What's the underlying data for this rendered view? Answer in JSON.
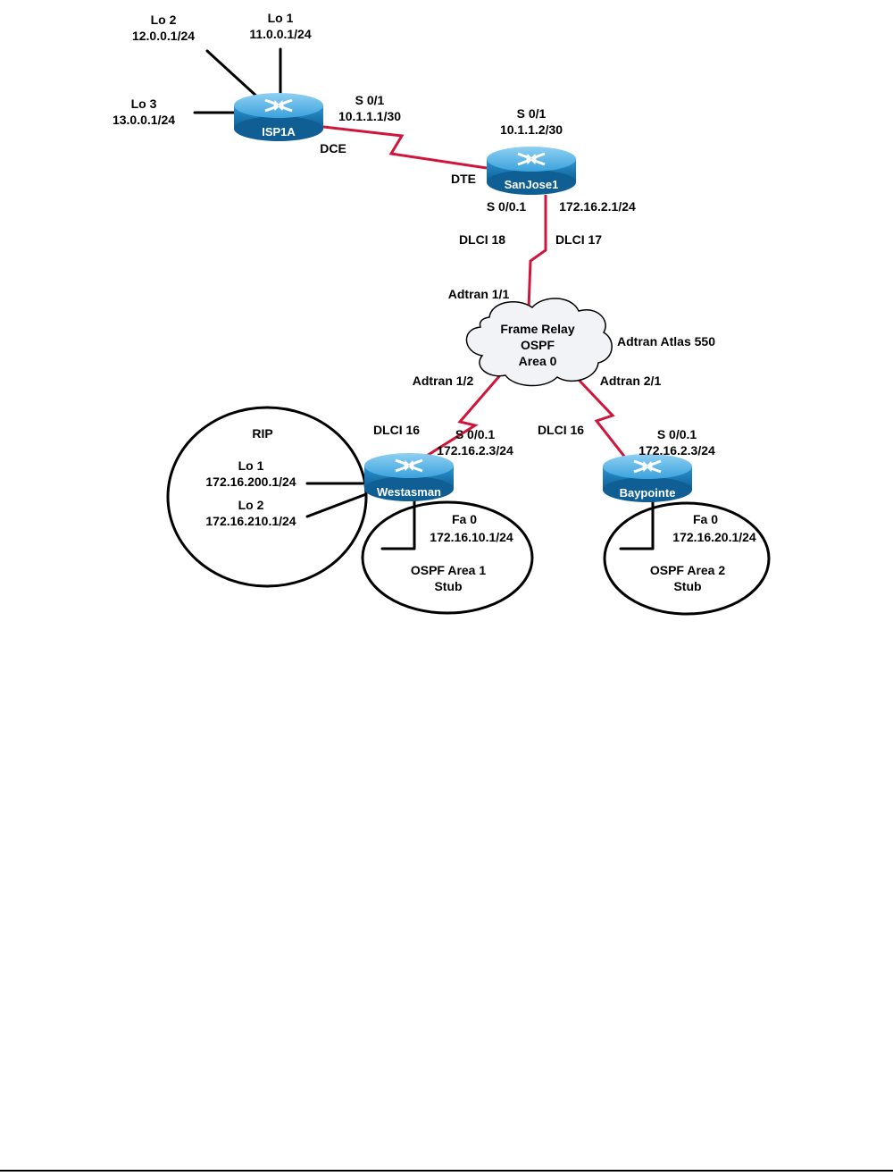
{
  "routers": {
    "isp1a": "ISP1A",
    "sanjose1": "SanJose1",
    "westasman": "Westasman",
    "baypointe": "Baypointe"
  },
  "isp1a": {
    "lo1_name": "Lo 1",
    "lo1_ip": "11.0.0.1/24",
    "lo2_name": "Lo 2",
    "lo2_ip": "12.0.0.1/24",
    "lo3_name": "Lo 3",
    "lo3_ip": "13.0.0.1/24",
    "serial_if": "S 0/1",
    "serial_ip": "10.1.1.1/30",
    "dce": "DCE"
  },
  "sanjose1": {
    "serial_if": "S 0/1",
    "serial_ip": "10.1.1.2/30",
    "dte": "DTE",
    "subif": "S 0/0.1",
    "subif_ip": "172.16.2.1/24",
    "dlci_a": "DLCI 18",
    "dlci_b": "DLCI 17"
  },
  "frame_relay": {
    "port_1_1": "Adtran 1/1",
    "line1": "Frame Relay",
    "line2": "OSPF",
    "line3": "Area 0",
    "device": "Adtran Atlas 550",
    "port_1_2": "Adtran 1/2",
    "port_2_1": "Adtran 2/1"
  },
  "westasman": {
    "dlci": "DLCI 16",
    "subif": "S 0/0.1",
    "subif_ip": "172.16.2.3/24",
    "rip_title": "RIP",
    "lo1_name": "Lo 1",
    "lo1_ip": "172.16.200.1/24",
    "lo2_name": "Lo 2",
    "lo2_ip": "172.16.210.1/24",
    "fa_if": "Fa 0",
    "fa_ip": "172.16.10.1/24",
    "area_line1": "OSPF Area 1",
    "area_line2": "Stub"
  },
  "baypointe": {
    "dlci": "DLCI 16",
    "subif": "S 0/0.1",
    "subif_ip": "172.16.2.3/24",
    "fa_if": "Fa 0",
    "fa_ip": "172.16.20.1/24",
    "area_line1": "OSPF Area 2",
    "area_line2": "Stub"
  },
  "colors": {
    "serial_link": "#d0153a",
    "router_body": "#1f86c4",
    "router_top": "#5cb6e6",
    "router_label": "#ffffff"
  }
}
